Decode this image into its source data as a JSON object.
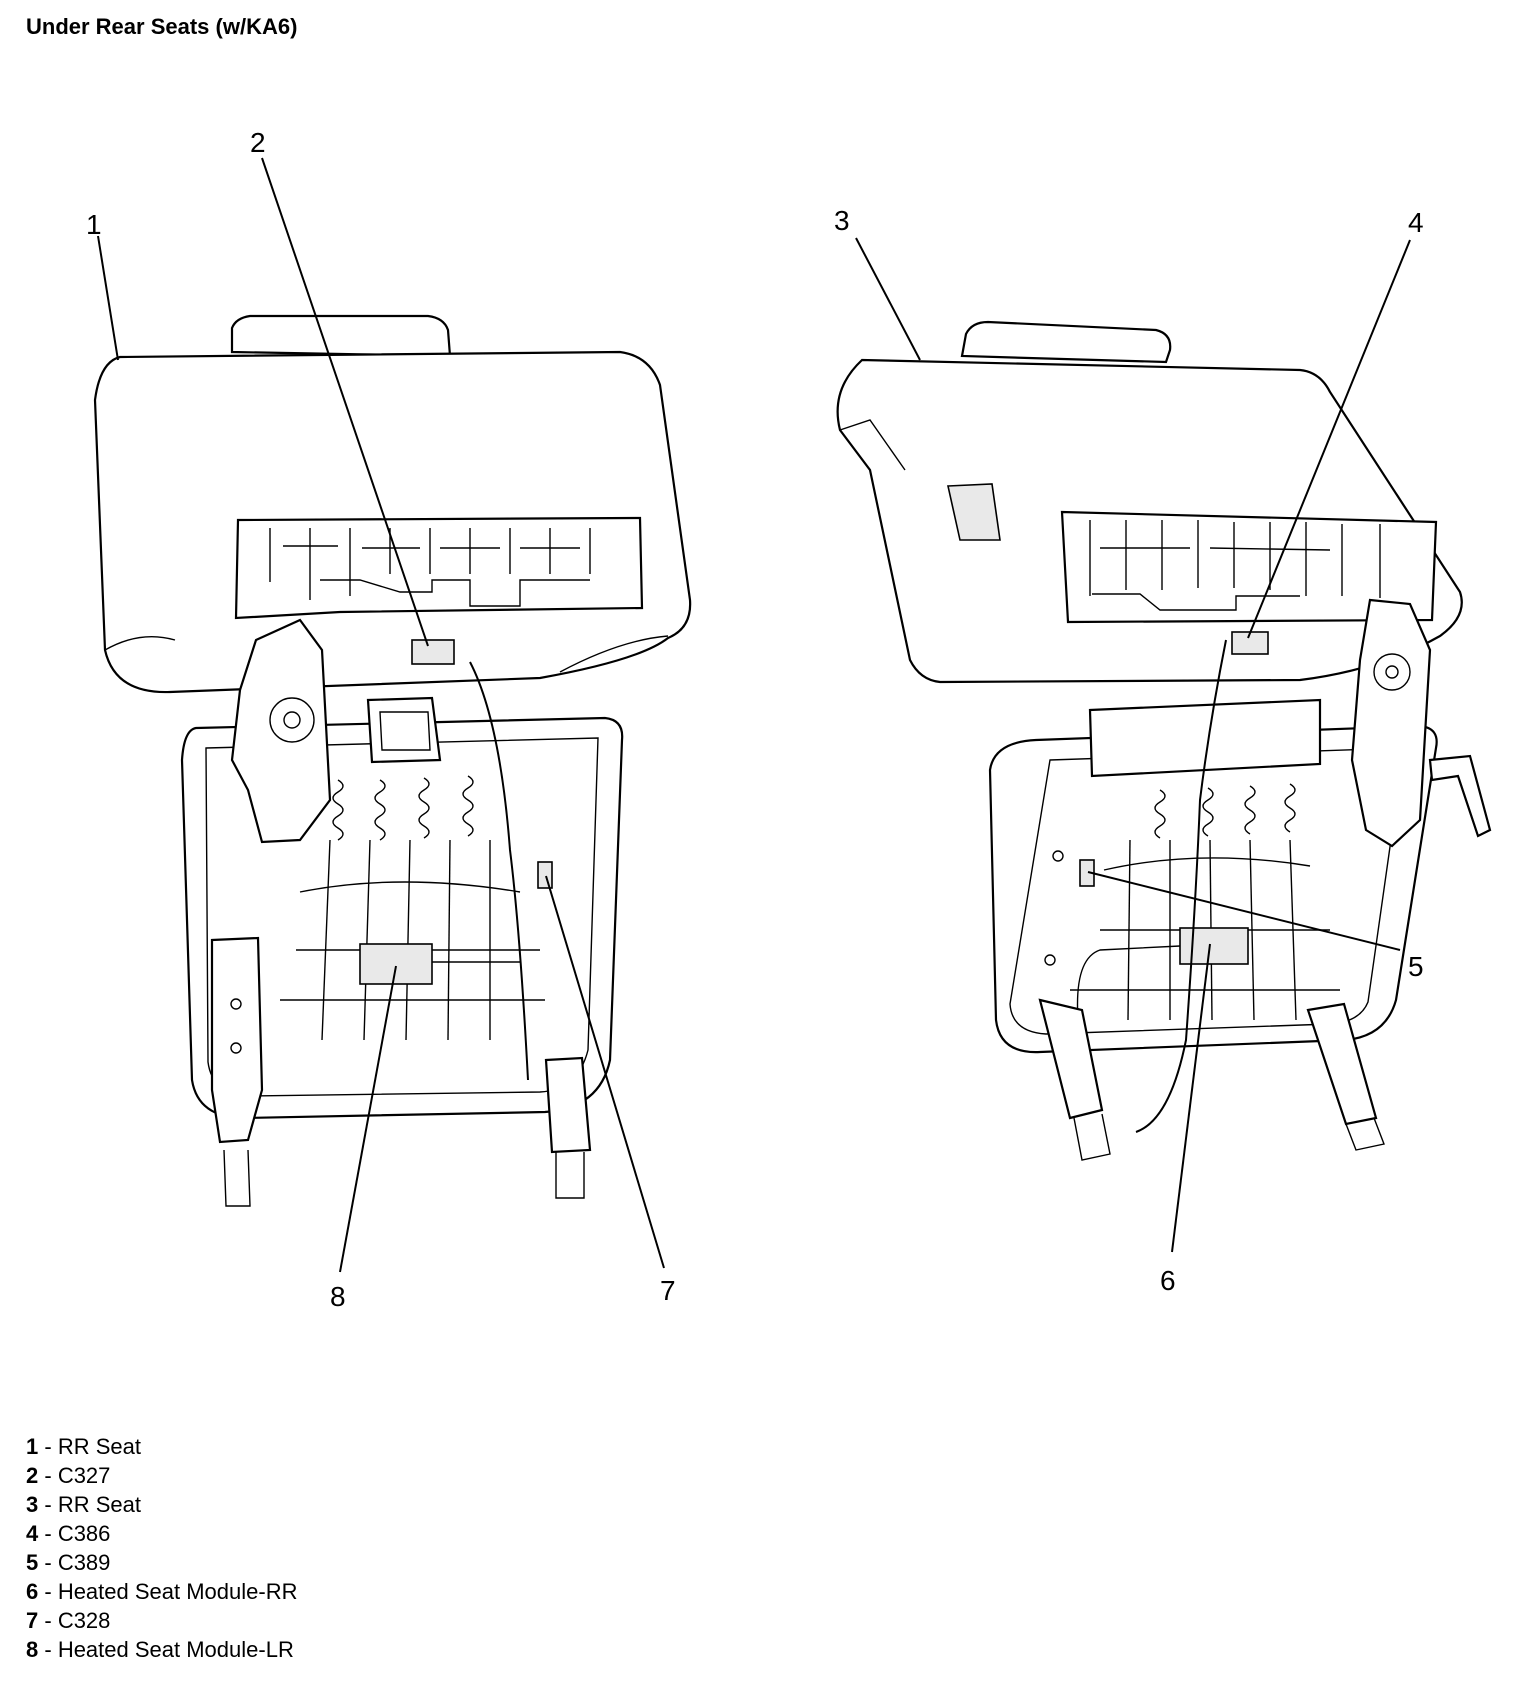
{
  "title": "Under Rear Seats (w/KA6)",
  "callouts": [
    "1",
    "2",
    "3",
    "4",
    "5",
    "6",
    "7",
    "8"
  ],
  "legend": [
    {
      "num": "1",
      "text": "RR Seat"
    },
    {
      "num": "2",
      "text": "C327"
    },
    {
      "num": "3",
      "text": "RR Seat"
    },
    {
      "num": "4",
      "text": "C386"
    },
    {
      "num": "5",
      "text": "C389"
    },
    {
      "num": "6",
      "text": "Heated Seat Module-RR"
    },
    {
      "num": "7",
      "text": "C328"
    },
    {
      "num": "8",
      "text": "Heated Seat Module-LR"
    }
  ]
}
